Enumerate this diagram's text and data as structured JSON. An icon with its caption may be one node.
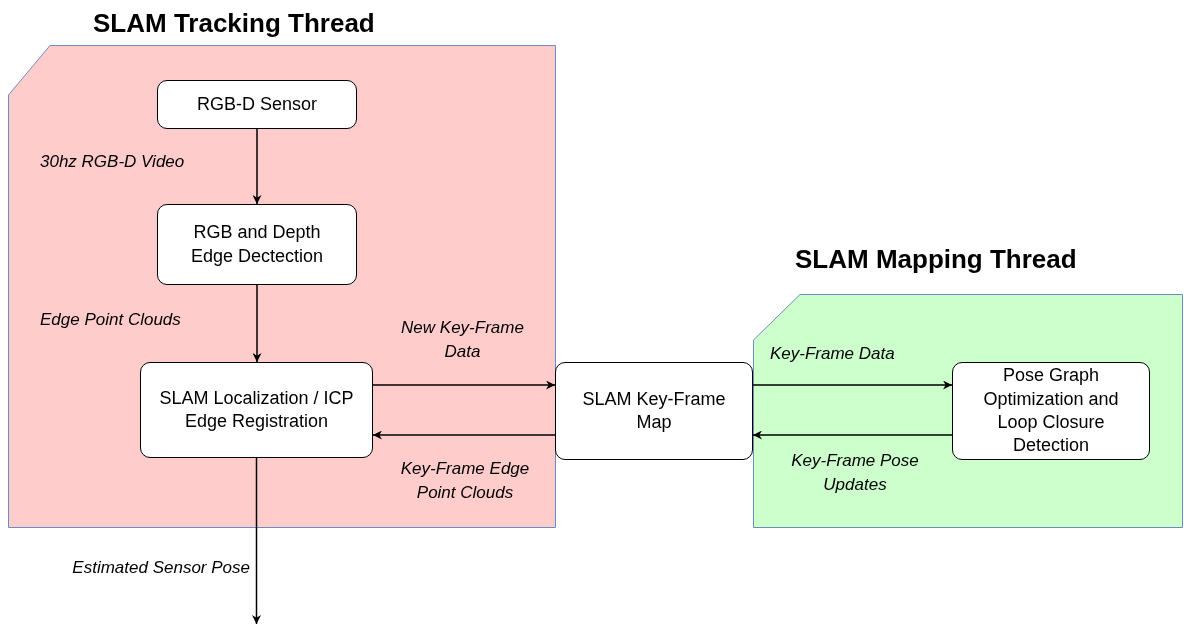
{
  "diagram": {
    "nodes": [
      {
        "text": [
          "SLAM Tracking Thread"
        ]
      },
      {
        "text": [
          "RGB-D Sensor"
        ],
        "in": 0
      },
      {
        "text": [
          "RGB and Depth Edge Dectection"
        ],
        "in": 0
      },
      {
        "text": [
          "SLAM Localization / ICP Edge Registration"
        ],
        "in": 0
      },
      {
        "text": [
          "SLAM Key-Frame Map"
        ]
      },
      {
        "text": [
          "SLAM Mapping Thread"
        ]
      },
      {
        "text": [
          "Pose Graph Optimization and Loop Closure Detection"
        ],
        "in": 5
      }
    ],
    "edges": [
      {
        "from": 1,
        "to": 2,
        "arrow": "to",
        "label": "30hz RGB-D Video"
      },
      {
        "from": 2,
        "to": 3,
        "arrow": "to",
        "label": "Edge Point Clouds"
      },
      {
        "from": 3,
        "to": 4,
        "arrow": "to",
        "label": "New Key-Frame Data"
      },
      {
        "from": 4,
        "to": 3,
        "arrow": "to",
        "label": "Key-Frame Edge Point Clouds"
      },
      {
        "from": 4,
        "to": 6,
        "arrow": "to",
        "label": "Key-Frame Data"
      },
      {
        "from": 6,
        "to": 4,
        "arrow": "to",
        "label": "Key-Frame Pose Updates"
      },
      {
        "from": 3,
        "to": null,
        "arrow": "to",
        "label": "Estimated Sensor Pose"
      }
    ]
  }
}
